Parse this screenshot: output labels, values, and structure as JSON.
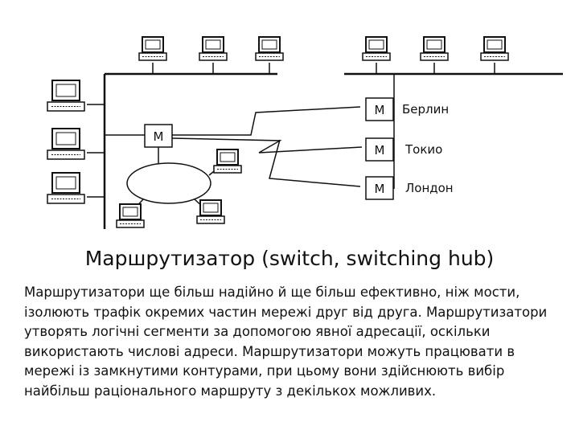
{
  "diagram": {
    "router_letter": "M",
    "city_labels": [
      "Берлин",
      "Токио",
      "Лондон"
    ]
  },
  "slide": {
    "title": "Маршрутизатор (switch, switching hub)",
    "paragraph": "Маршрутизатори ще більш надійно й ще більш ефективно, ніж мости, ізолюють трафік окремих частин мережі друг від друга. Маршрутизатори утворять логічні сегменти за допомогою явної адресації, оскільки використають  числові адреси. Маршрутизатори можуть працювати в мережі із замкнутими контурами, при цьому вони здійснюють вибір найбільш раціонального маршруту з декількох можливих."
  }
}
